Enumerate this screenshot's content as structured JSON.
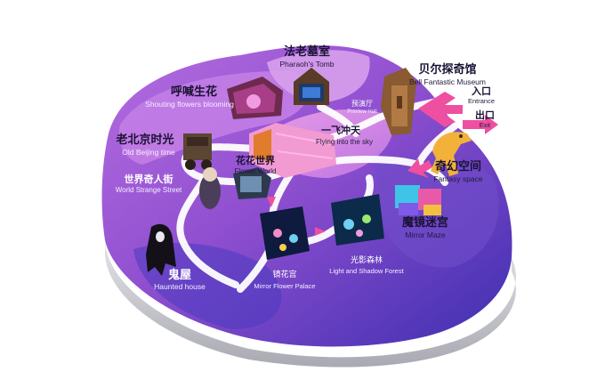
{
  "map": {
    "attractions": [
      {
        "id": "pharaoh",
        "cn": "法老墓室",
        "en": "Pharaoh's Tomb"
      },
      {
        "id": "bell",
        "cn": "贝尔探奇馆",
        "en": "Bell Fantastic Museum"
      },
      {
        "id": "shouting",
        "cn": "呼喊生花",
        "en": "Shouting flowers blooming"
      },
      {
        "id": "preview",
        "cn": "预演厅",
        "en": "Preview Hall"
      },
      {
        "id": "flying",
        "cn": "一飞冲天",
        "en": "Flying into the sky"
      },
      {
        "id": "oldbj",
        "cn": "老北京时光",
        "en": "Old Beijing time"
      },
      {
        "id": "flowerworld",
        "cn": "花花世界",
        "en": "Flower World"
      },
      {
        "id": "fantasy",
        "cn": "奇幻空间",
        "en": "Fantasy space"
      },
      {
        "id": "strange",
        "cn": "世界奇人街",
        "en": "World Strange Street"
      },
      {
        "id": "mirror",
        "cn": "魔镜迷宫",
        "en": "Mirror Maze"
      },
      {
        "id": "haunted",
        "cn": "鬼屋",
        "en": "Haunted house"
      },
      {
        "id": "mirrorflower",
        "cn": "镜花宫",
        "en": "Mirror Flower Palace"
      },
      {
        "id": "lightshadow",
        "cn": "光影森林",
        "en": "Light and Shadow Forest"
      }
    ],
    "entrance": {
      "cn": "入口",
      "en": "Entrance"
    },
    "exit": {
      "cn": "出口",
      "en": "Exit"
    },
    "colors": {
      "plate_top": "#a45ad4",
      "plate_side": "#d9d9de",
      "path": "#ffffff",
      "arrow": "#ee4fa0"
    }
  }
}
